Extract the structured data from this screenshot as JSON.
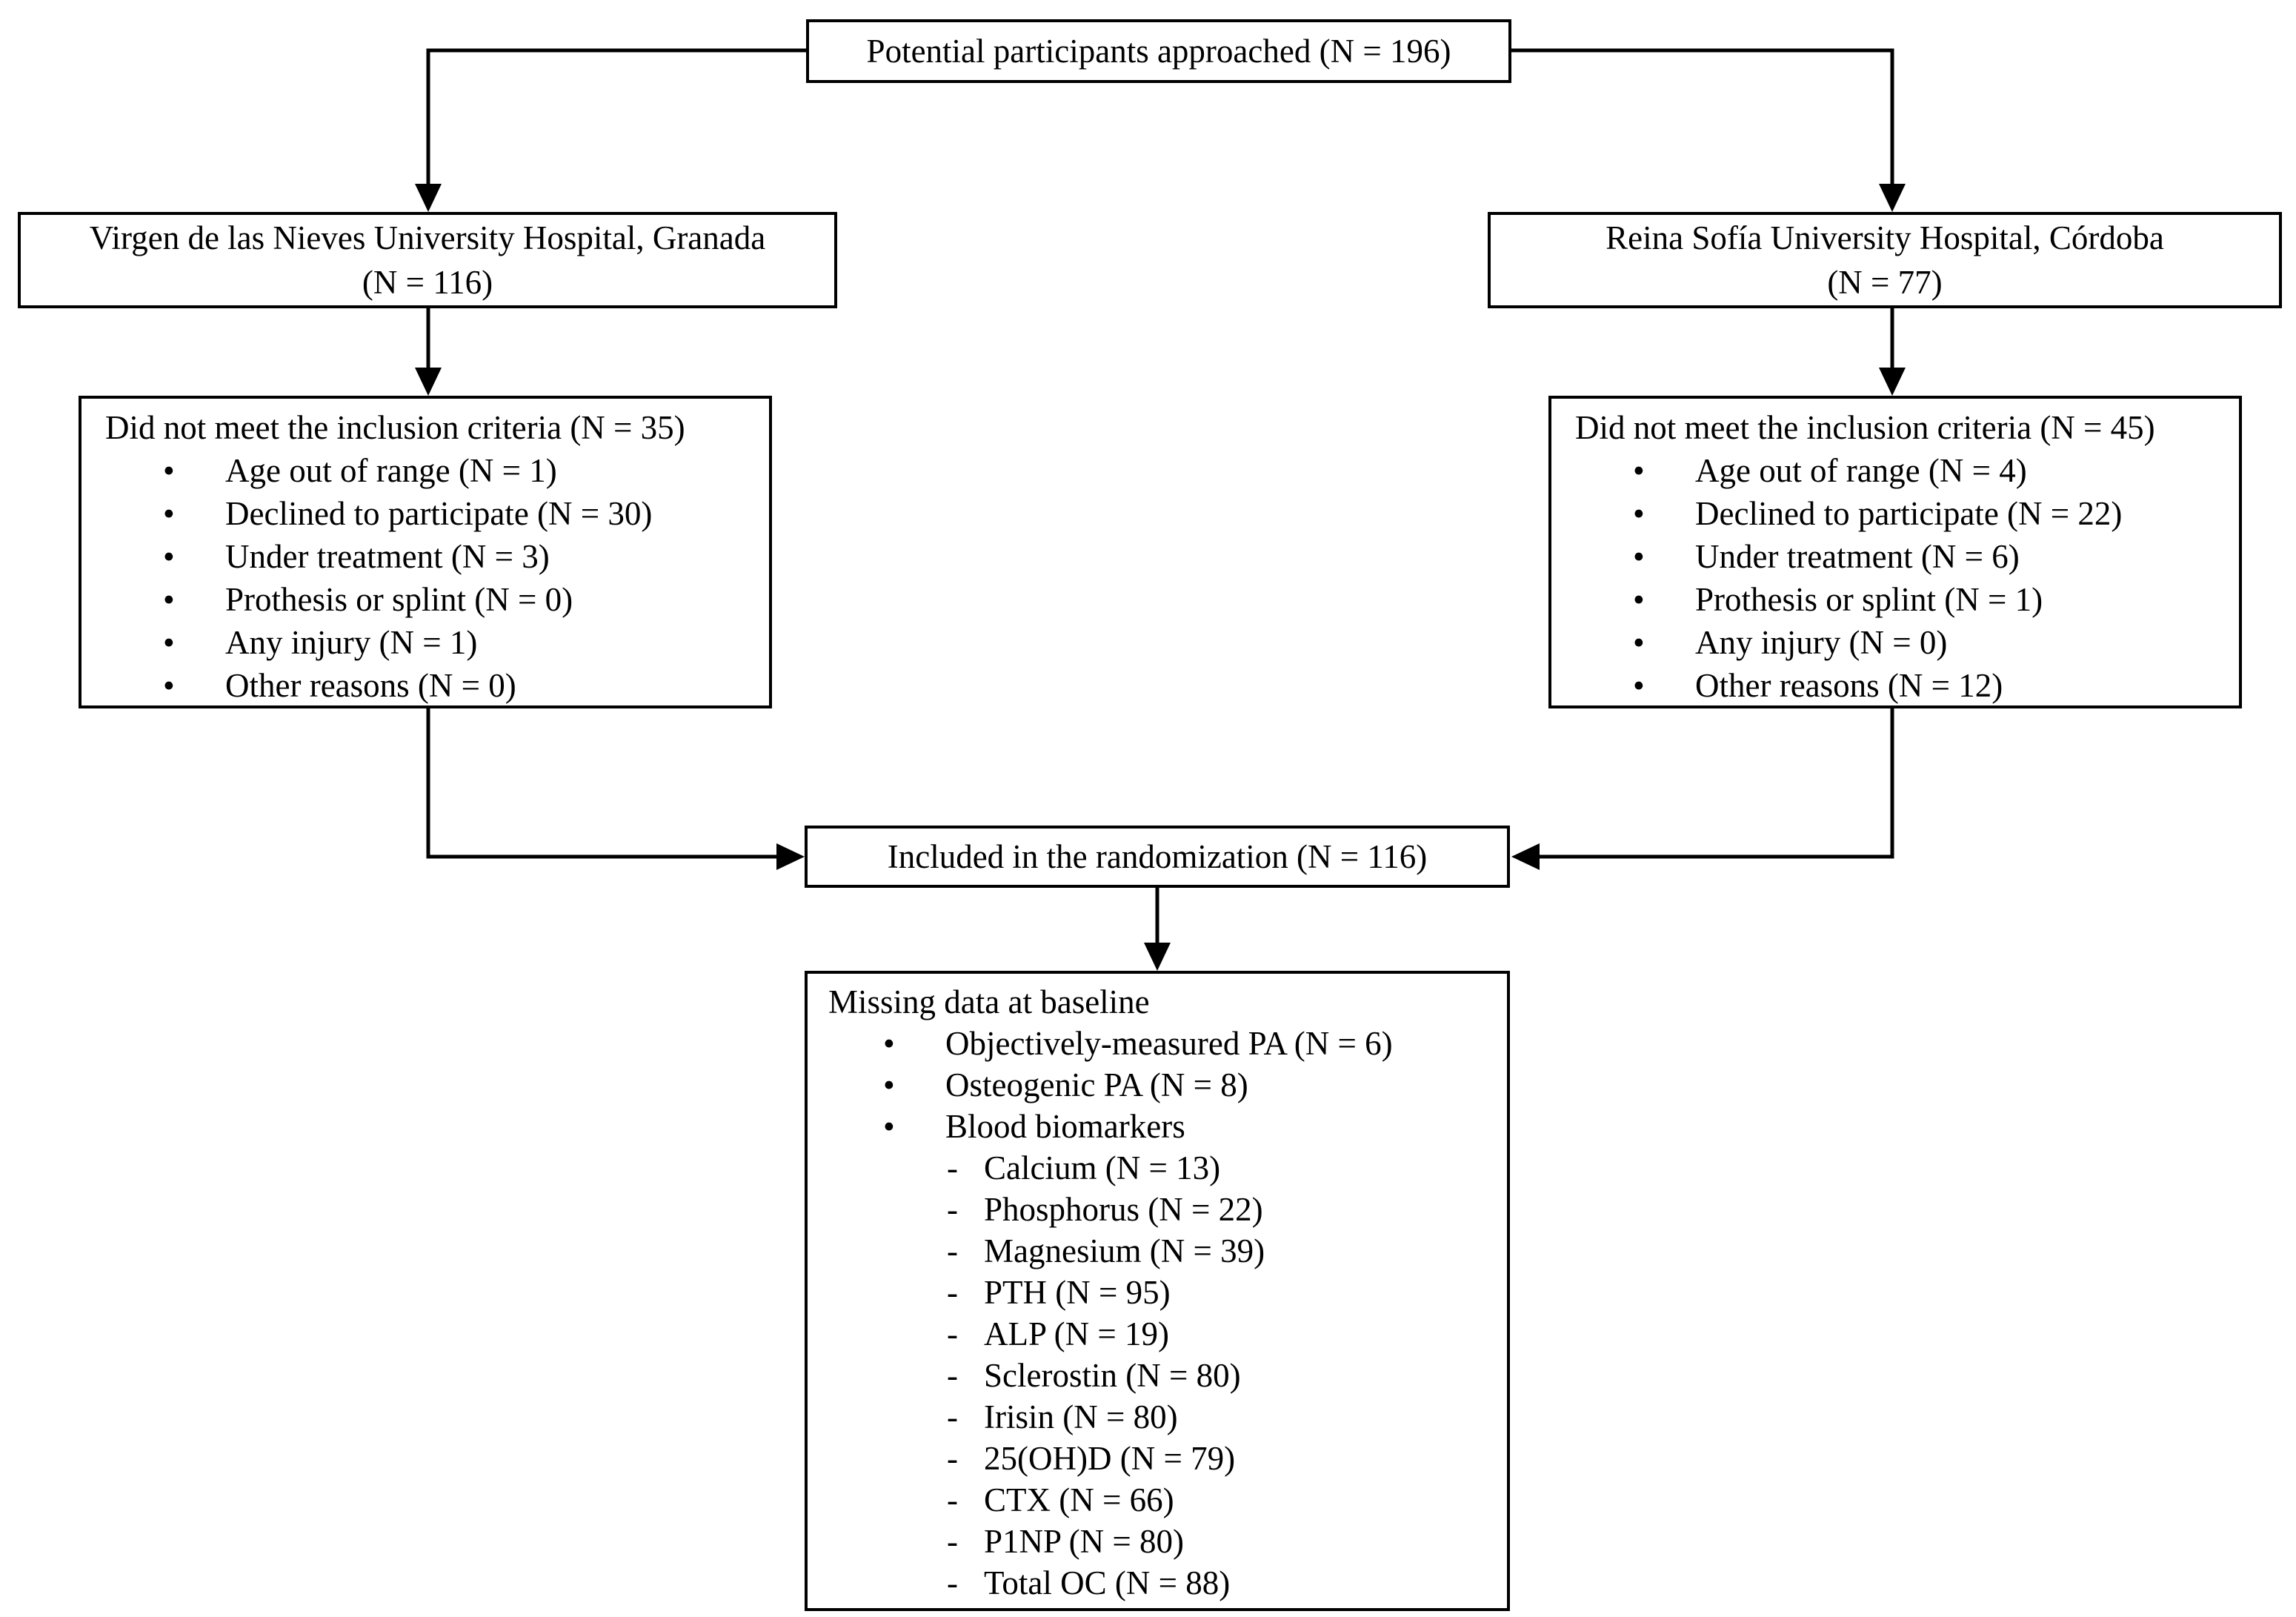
{
  "colors": {
    "ink": "#000000",
    "paper": "#ffffff"
  },
  "glyphs": {
    "bullet": "•",
    "dash": "-"
  },
  "top_box": {
    "label": "Potential participants approached (N = 196)"
  },
  "left_hospital": {
    "line1": "Virgen de las Nieves University Hospital, Granada",
    "line2": "(N = 116)"
  },
  "right_hospital": {
    "line1": "Reina Sofía University Hospital, Córdoba",
    "line2": "(N = 77)"
  },
  "left_exclusion": {
    "title": "Did not meet the inclusion criteria (N = 35)",
    "items": [
      "Age out of range (N = 1)",
      "Declined to participate (N = 30)",
      "Under treatment (N = 3)",
      "Prothesis or splint (N = 0)",
      "Any injury (N = 1)",
      "Other reasons (N = 0)"
    ]
  },
  "right_exclusion": {
    "title": "Did not meet the inclusion criteria (N = 45)",
    "items": [
      "Age out of range (N = 4)",
      "Declined to participate (N = 22)",
      "Under treatment (N = 6)",
      "Prothesis or splint (N = 1)",
      "Any injury (N = 0)",
      "Other reasons (N = 12)"
    ]
  },
  "randomization_box": {
    "label": "Included in the randomization (N = 116)"
  },
  "missing_data_box": {
    "title": "Missing data at baseline",
    "items": [
      "Objectively-measured PA (N = 6)",
      "Osteogenic PA (N = 8)",
      "Blood biomarkers"
    ],
    "biomarkers": [
      "Calcium (N = 13)",
      "Phosphorus (N = 22)",
      "Magnesium (N = 39)",
      "PTH (N = 95)",
      "ALP (N = 19)",
      "Sclerostin (N = 80)",
      "Irisin (N = 80)",
      "25(OH)D (N = 79)",
      "CTX (N = 66)",
      "P1NP (N = 80)",
      "Total OC (N = 88)"
    ]
  }
}
